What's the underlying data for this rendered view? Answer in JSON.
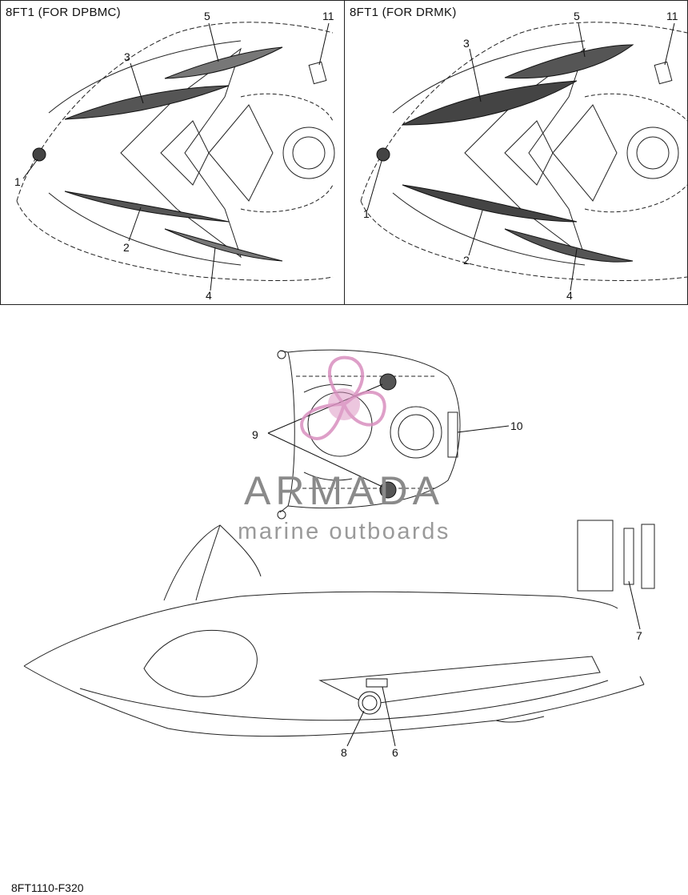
{
  "panels": {
    "left": {
      "title": "8FT1 (FOR DPBMC)",
      "callouts": [
        "1",
        "2",
        "3",
        "4",
        "5",
        "11"
      ]
    },
    "right": {
      "title": "8FT1 (FOR DRMK)",
      "callouts": [
        "1",
        "2",
        "3",
        "4",
        "5",
        "11"
      ]
    }
  },
  "main": {
    "callouts": [
      "9",
      "10",
      "7",
      "8",
      "6"
    ]
  },
  "watermark": {
    "title": "ARMADA",
    "subtitle": "marine outboards",
    "accent_color": "#d98fbf"
  },
  "footer": {
    "code": "8FT1110-F320"
  }
}
